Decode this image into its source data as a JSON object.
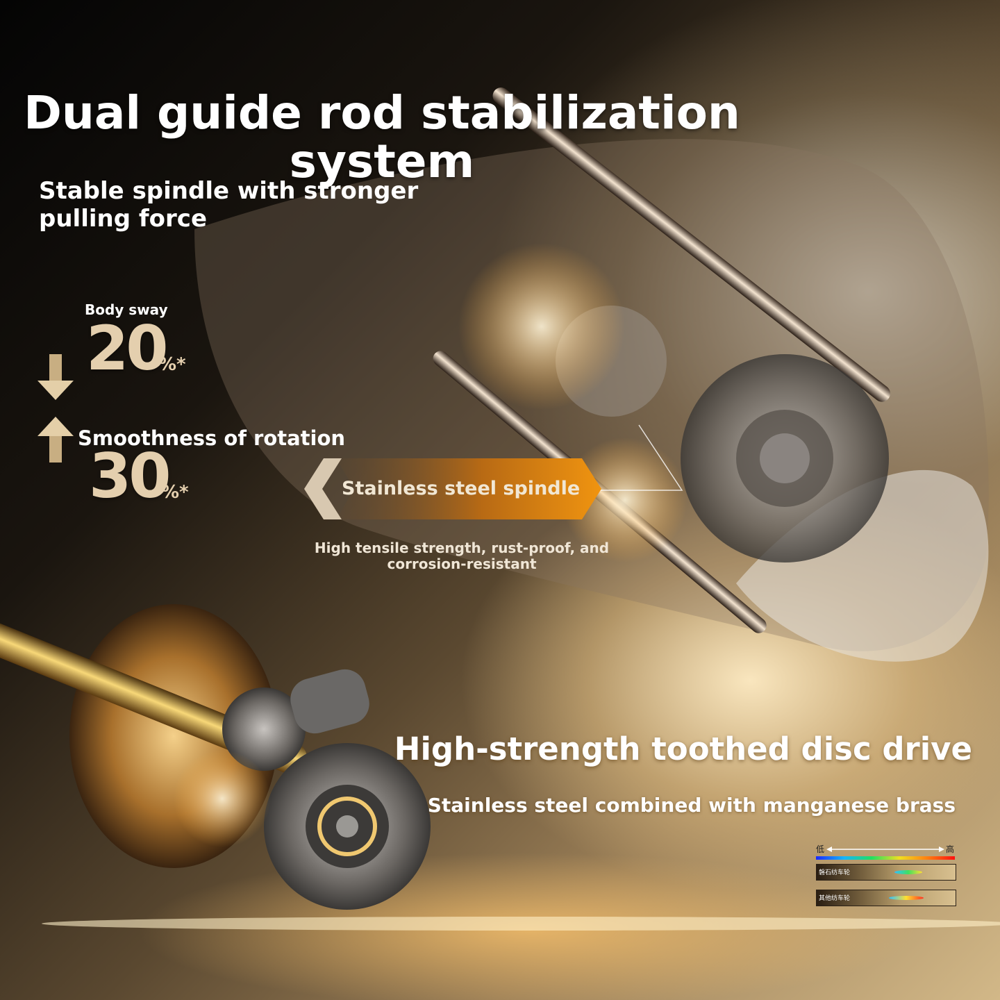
{
  "hero": {
    "title": "Dual guide rod stabilization system",
    "subtitle": "Stable spindle with stronger pulling force"
  },
  "stats": [
    {
      "label": "Body sway",
      "value": "20",
      "unit": "%*",
      "direction": "down"
    },
    {
      "label": "Smoothness of rotation",
      "value": "30",
      "unit": "%*",
      "direction": "up"
    }
  ],
  "spindle": {
    "banner": "Stainless steel spindle",
    "caption": "High tensile strength, rust-proof, and corrosion-resistant"
  },
  "drive": {
    "heading": "High-strength toothed disc drive",
    "subheading": "Stainless steel combined with manganese brass"
  },
  "thermal_legend": {
    "low": "低",
    "high": "高",
    "rows": [
      "磐石纺车轮",
      "其他纺车轮"
    ]
  },
  "colors": {
    "stat_number": "#e4cfae",
    "banner_orange": "#e8900e",
    "background_dark": "#040404",
    "background_light": "#d2b888"
  }
}
